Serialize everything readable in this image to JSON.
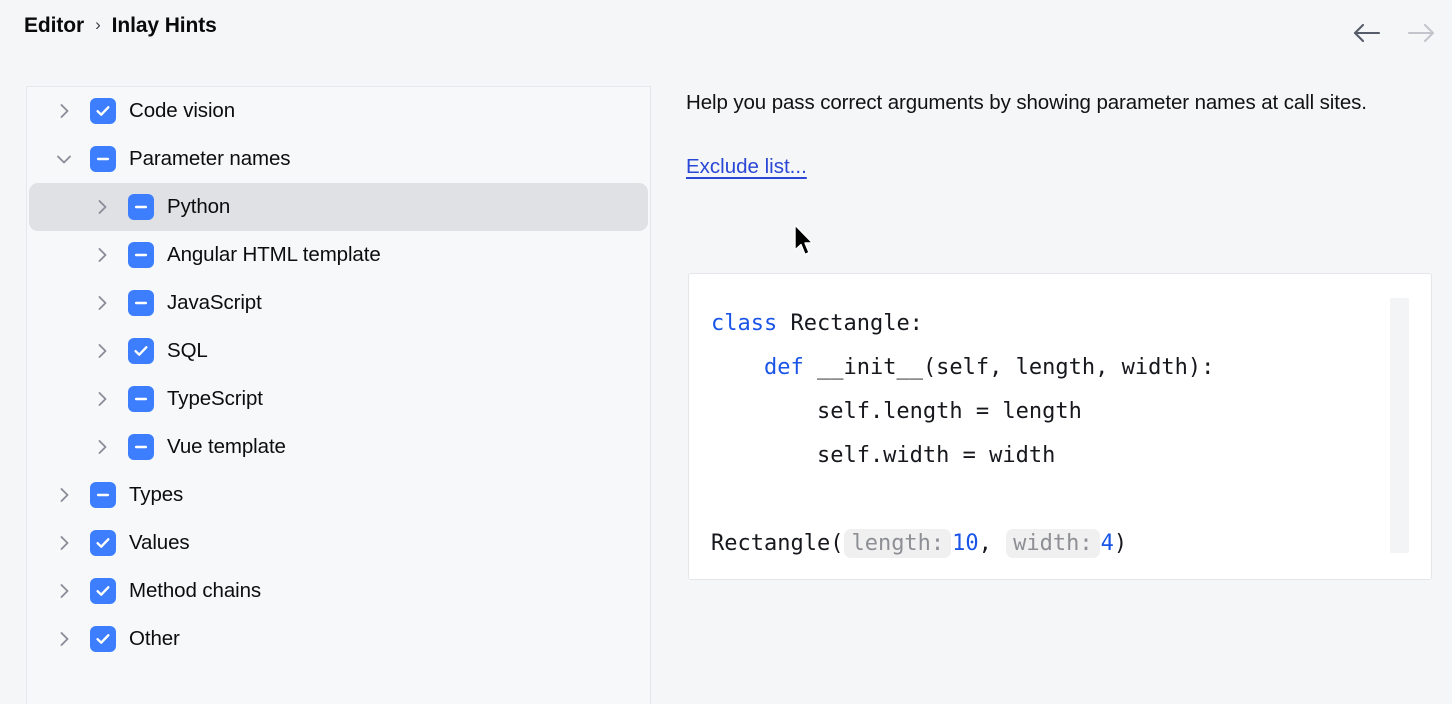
{
  "header": {
    "breadcrumb": [
      "Editor",
      "Inlay Hints"
    ],
    "separator": "›",
    "back_label": "back-arrow",
    "forward_label": "forward-arrow",
    "back_enabled": "enabled",
    "forward_enabled": "disabled"
  },
  "tree": {
    "items": [
      {
        "label": "Code vision",
        "level": 0,
        "state": "checked",
        "expanded": "collapsed",
        "selected": "false"
      },
      {
        "label": "Parameter names",
        "level": 0,
        "state": "indeterminate",
        "expanded": "expanded",
        "selected": "false"
      },
      {
        "label": "Python",
        "level": 1,
        "state": "indeterminate",
        "expanded": "collapsed",
        "selected": "true"
      },
      {
        "label": "Angular HTML template",
        "level": 1,
        "state": "indeterminate",
        "expanded": "collapsed",
        "selected": "false"
      },
      {
        "label": "JavaScript",
        "level": 1,
        "state": "indeterminate",
        "expanded": "collapsed",
        "selected": "false"
      },
      {
        "label": "SQL",
        "level": 1,
        "state": "checked",
        "expanded": "collapsed",
        "selected": "false"
      },
      {
        "label": "TypeScript",
        "level": 1,
        "state": "indeterminate",
        "expanded": "collapsed",
        "selected": "false"
      },
      {
        "label": "Vue template",
        "level": 1,
        "state": "indeterminate",
        "expanded": "collapsed",
        "selected": "false"
      },
      {
        "label": "Types",
        "level": 0,
        "state": "indeterminate",
        "expanded": "collapsed",
        "selected": "false"
      },
      {
        "label": "Values",
        "level": 0,
        "state": "checked",
        "expanded": "collapsed",
        "selected": "false"
      },
      {
        "label": "Method chains",
        "level": 0,
        "state": "checked",
        "expanded": "collapsed",
        "selected": "false"
      },
      {
        "label": "Other",
        "level": 0,
        "state": "checked",
        "expanded": "collapsed",
        "selected": "false"
      }
    ]
  },
  "detail": {
    "description": "Help you pass correct arguments by showing parameter names at call sites.",
    "exclude_link": "Exclude list..."
  },
  "code_preview": {
    "line1_kw": "class",
    "line1_rest": " Rectangle:",
    "line2_indent": "    ",
    "line2_kw": "def",
    "line2_rest": " __init__(self, length, width):",
    "line3": "        self.length = length",
    "line4": "        self.width = width",
    "line5": "",
    "line6_pre": "Rectangle(",
    "hint1": "length:",
    "value1": "10",
    "between": ", ",
    "hint2": "width:",
    "value2": "4",
    "line6_post": ")"
  },
  "colors": {
    "accent": "#3d7eff",
    "link": "#2a47d6",
    "keyword": "#1a55e8",
    "hint_bg": "#f0f0f1",
    "hint_fg": "#8d8f95",
    "page_bg": "#f5f6f8",
    "selection_bg": "#e0e1e4"
  }
}
